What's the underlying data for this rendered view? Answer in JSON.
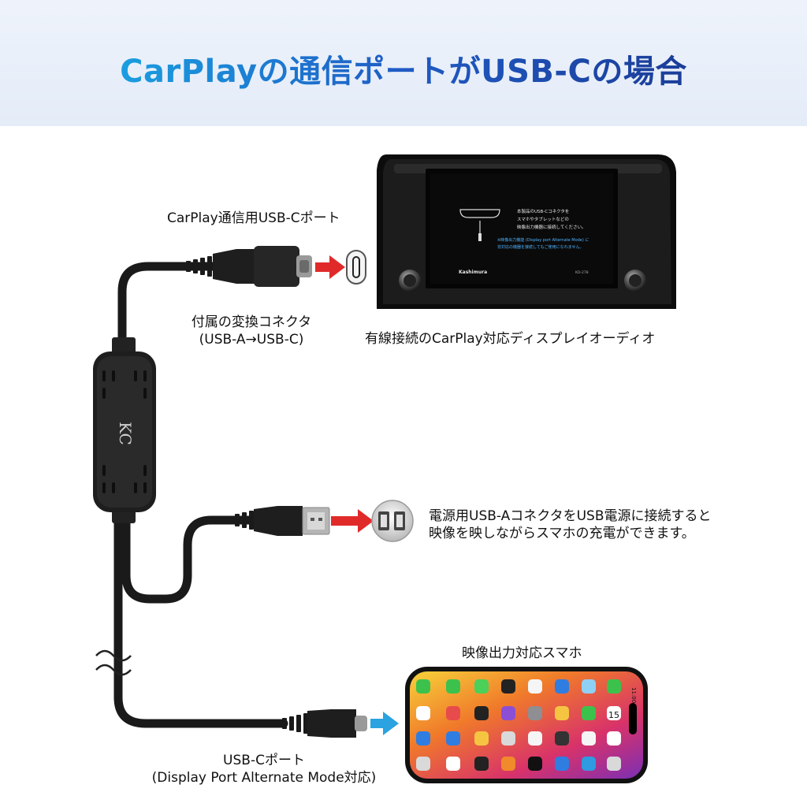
{
  "title": "CarPlayの通信ポートがUSB-Cの場合",
  "labels": {
    "carplay_port": "CarPlay通信用USB-Cポート",
    "adapter_line1": "付属の変換コネクタ",
    "adapter_line2": "(USB-A→USB-C)",
    "display_audio": "有線接続のCarPlay対応ディスプレイオーディオ",
    "power_line1": "電源用USB-AコネクタをUSB電源に接続すると",
    "power_line2": "映像を映しながらスマホの充電ができます。",
    "phone_label": "映像出力対応スマホ",
    "usbc_line1": "USB-Cポート",
    "usbc_line2": "(Display Port Alternate Mode対応)"
  },
  "screen": {
    "line1": "本製品のUSB-Cコネクタを",
    "line2": "スマホやタブレットなどの",
    "line3": "映像出力機器に接続してください。",
    "line4": "※映像出力機能 (Display port Alternate Mode) に",
    "line5": "非対応の機器を接続してもご使用になれません。",
    "brand": "Kashimura",
    "model": "KD-278"
  },
  "device_logo": "KC",
  "phone": {
    "time": "11:00",
    "calendar_day": "15"
  },
  "colors": {
    "title_start": "#1a9ee0",
    "title_end": "#1b3d98",
    "arrow_red": "#e02a2a",
    "arrow_blue": "#2aa3e0"
  }
}
